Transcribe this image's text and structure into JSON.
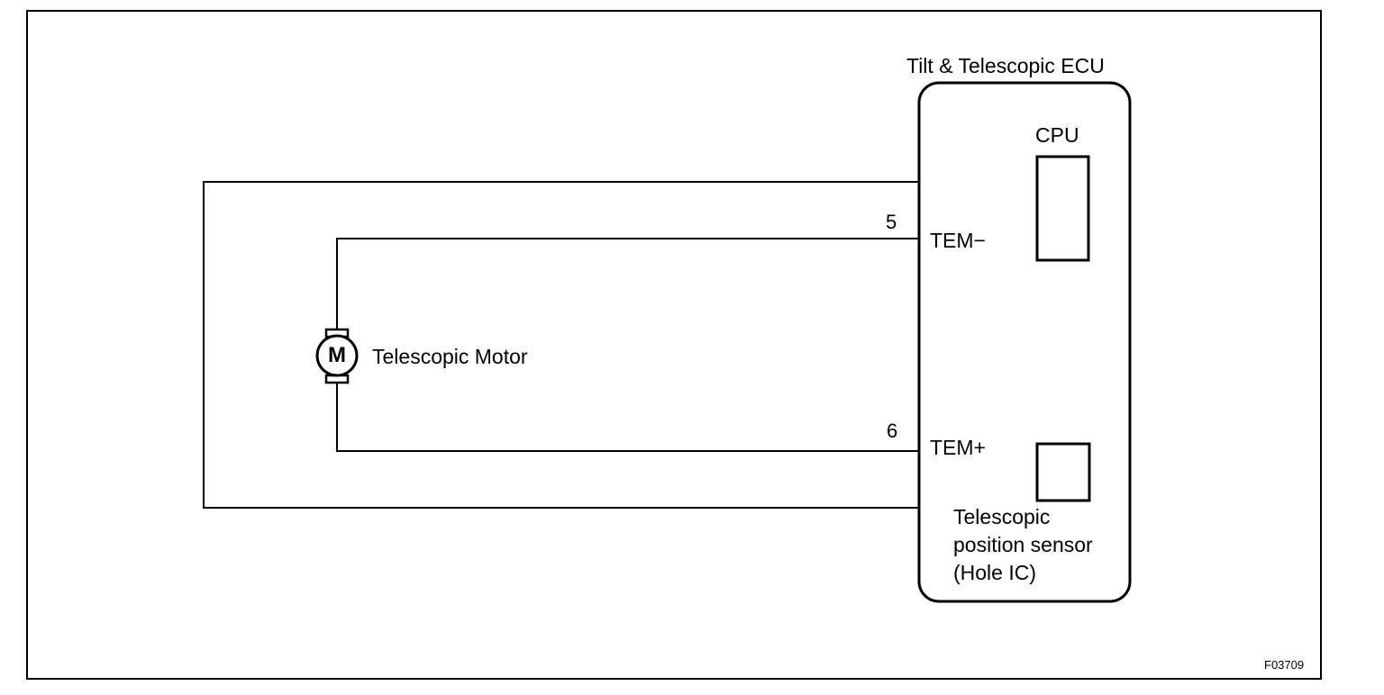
{
  "ecu": {
    "title": "Tilt & Telescopic ECU",
    "cpu_label": "CPU",
    "sensor_label_line1": "Telescopic",
    "sensor_label_line2": "position sensor",
    "sensor_label_line3": "(Hole IC)"
  },
  "terminals": {
    "tem_minus": {
      "pin": "5",
      "name": "TEM−"
    },
    "tem_plus": {
      "pin": "6",
      "name": "TEM+"
    }
  },
  "motor": {
    "symbol": "M",
    "label": "Telescopic Motor",
    "icon": "dc-motor-icon"
  },
  "figure_id": "F03709",
  "colors": {
    "ink": "#000000",
    "paper": "#ffffff"
  }
}
